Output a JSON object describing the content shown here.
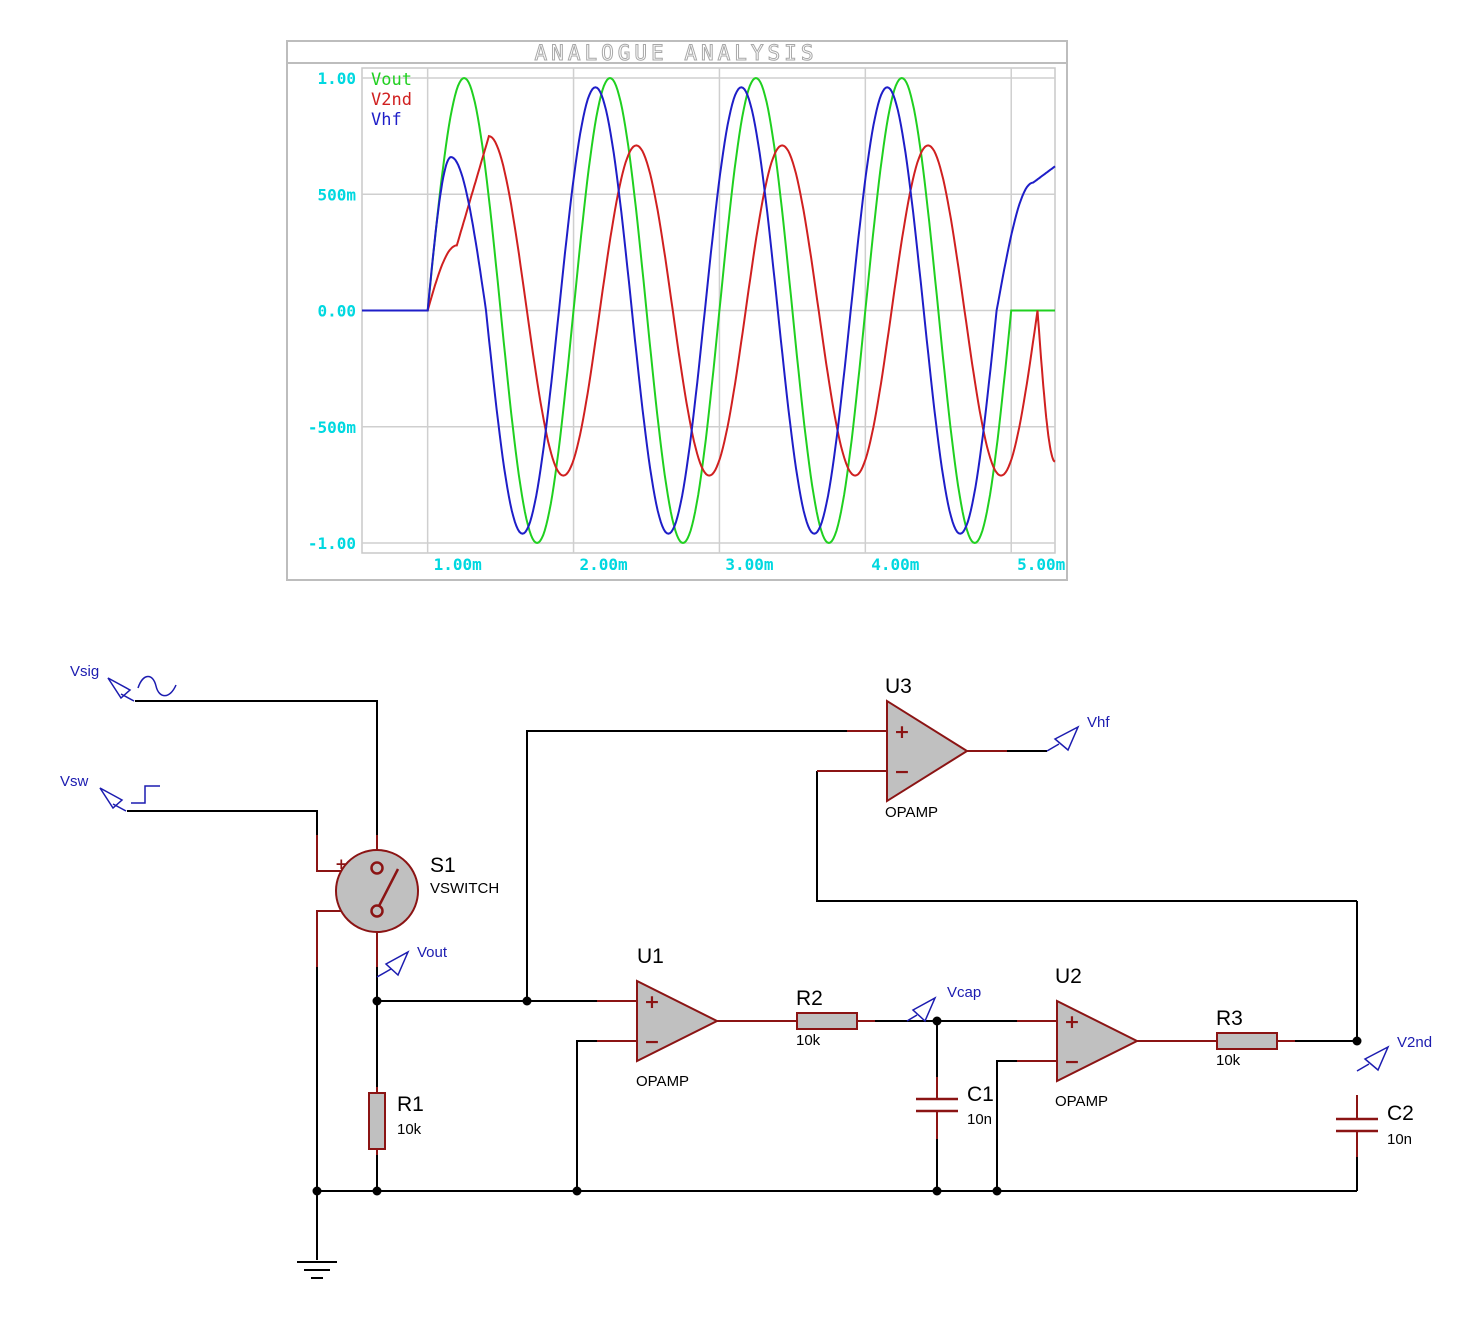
{
  "graph": {
    "title": "ANALOGUE ANALYSIS"
  },
  "chart_data": {
    "type": "line",
    "title": "ANALOGUE ANALYSIS",
    "xlabel": "",
    "ylabel": "",
    "xlim": [
      0.55,
      5.3
    ],
    "ylim": [
      -1.0,
      1.0
    ],
    "x_ticks": [
      "1.00m",
      "2.00m",
      "3.00m",
      "4.00m",
      "5.00m"
    ],
    "y_ticks": [
      "1.00",
      "500m",
      "0.00",
      "-500m",
      "-1.00"
    ],
    "grid": true,
    "legend_position": "top-left",
    "series": [
      {
        "name": "Vout",
        "color": "#20d020",
        "x": [
          0.55,
          1.0,
          1.25,
          1.5,
          1.75,
          2.0,
          2.25,
          2.5,
          2.75,
          3.0,
          3.25,
          3.5,
          3.75,
          4.0,
          4.25,
          4.5,
          4.75,
          5.0,
          5.3
        ],
        "y": [
          0.0,
          0.0,
          1.0,
          0.0,
          -1.0,
          0.0,
          1.0,
          0.0,
          -1.0,
          0.0,
          1.0,
          0.0,
          -1.0,
          0.0,
          1.0,
          0.0,
          -1.0,
          0.0,
          0.0
        ]
      },
      {
        "name": "V2nd",
        "color": "#d02020",
        "x": [
          0.55,
          1.0,
          1.2,
          1.42,
          1.68,
          1.93,
          2.18,
          2.43,
          2.68,
          2.93,
          3.18,
          3.43,
          3.68,
          3.93,
          4.18,
          4.43,
          4.68,
          4.93,
          5.18,
          5.3
        ],
        "y": [
          0.0,
          0.0,
          0.28,
          0.75,
          0.0,
          -0.71,
          0.0,
          0.71,
          0.0,
          -0.71,
          0.0,
          0.71,
          0.0,
          -0.71,
          0.0,
          0.71,
          0.0,
          -0.71,
          0.0,
          -0.65
        ]
      },
      {
        "name": "Vhf",
        "color": "#1e1ec8",
        "x": [
          0.55,
          1.0,
          1.16,
          1.4,
          1.65,
          1.9,
          2.15,
          2.4,
          2.65,
          2.9,
          3.15,
          3.4,
          3.65,
          3.9,
          4.15,
          4.4,
          4.65,
          4.9,
          5.15,
          5.3
        ],
        "y": [
          0.0,
          0.0,
          0.66,
          0.0,
          -0.96,
          0.0,
          0.96,
          0.0,
          -0.96,
          0.0,
          0.96,
          0.0,
          -0.96,
          0.0,
          0.96,
          0.0,
          -0.96,
          0.0,
          0.55,
          0.62
        ]
      }
    ]
  },
  "schematic": {
    "components": {
      "S1": {
        "ref": "S1",
        "value": "VSWITCH"
      },
      "U1": {
        "ref": "U1",
        "value": "OPAMP"
      },
      "U2": {
        "ref": "U2",
        "value": "OPAMP"
      },
      "U3": {
        "ref": "U3",
        "value": "OPAMP"
      },
      "R1": {
        "ref": "R1",
        "value": "10k"
      },
      "R2": {
        "ref": "R2",
        "value": "10k"
      },
      "R3": {
        "ref": "R3",
        "value": "10k"
      },
      "C1": {
        "ref": "C1",
        "value": "10n"
      },
      "C2": {
        "ref": "C2",
        "value": "10n"
      }
    },
    "nets": {
      "vsig": "Vsig",
      "vsw": "Vsw",
      "vout": "Vout",
      "vhf": "Vhf",
      "vcap": "Vcap",
      "v2nd": "V2nd"
    },
    "opamp_pins": {
      "plus": "+",
      "minus": "−"
    }
  }
}
